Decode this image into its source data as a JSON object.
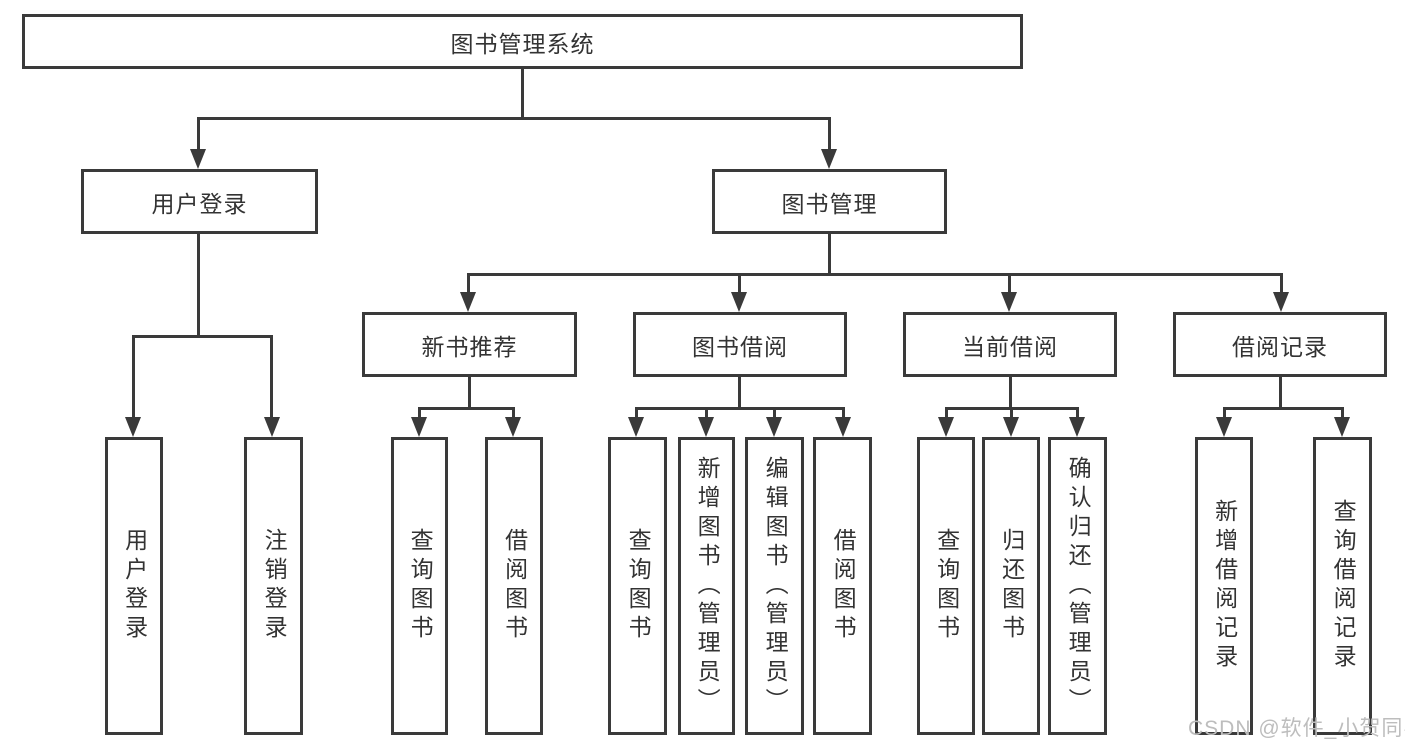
{
  "tree": {
    "root": {
      "label": "图书管理系统"
    },
    "level1": [
      {
        "label": "用户登录"
      },
      {
        "label": "图书管理"
      }
    ],
    "level2": [
      {
        "label": "新书推荐"
      },
      {
        "label": "图书借阅"
      },
      {
        "label": "当前借阅"
      },
      {
        "label": "借阅记录"
      }
    ],
    "leaves": {
      "user_login": [
        {
          "label": "用户登录"
        },
        {
          "label": "注销登录"
        }
      ],
      "new_book": [
        {
          "label": "查询图书"
        },
        {
          "label": "借阅图书"
        }
      ],
      "book_borrow": [
        {
          "label": "查询图书"
        },
        {
          "label": "新增图书（管理员）"
        },
        {
          "label": "编辑图书（管理员）"
        },
        {
          "label": "借阅图书"
        }
      ],
      "current_borrow": [
        {
          "label": "查询图书"
        },
        {
          "label": "归还图书"
        },
        {
          "label": "确认归还（管理员）"
        }
      ],
      "borrow_records": [
        {
          "label": "新增借阅记录"
        },
        {
          "label": "查询借阅记录"
        }
      ]
    }
  },
  "watermark": {
    "text": "CSDN @软件_小贺同学"
  },
  "colors": {
    "line": "#3a3a3a",
    "text": "#333333",
    "background": "#ffffff",
    "watermark": "#bdbdbd"
  }
}
